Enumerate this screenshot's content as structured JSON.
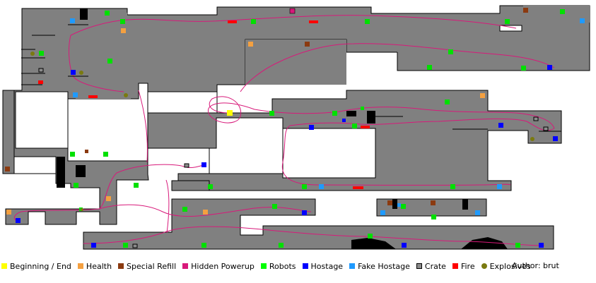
{
  "colors": {
    "floor": "#808080",
    "wall": "#000000",
    "path": "#d8197a",
    "start": "#ffff00",
    "health": "#f4a040",
    "refill": "#8b3a10",
    "powerup": "#d8197a",
    "robot": "#00ff00",
    "hostage": "#0000ff",
    "fake_hostage": "#1f9aff",
    "crate": "#8c8c8c",
    "fire": "#ff0000",
    "explosives": "#7a7a10"
  },
  "legend": [
    {
      "key": "start",
      "label": "Beginning / End",
      "kind": "square"
    },
    {
      "key": "health",
      "label": "Health",
      "kind": "square"
    },
    {
      "key": "refill",
      "label": "Special Refill",
      "kind": "square"
    },
    {
      "key": "powerup",
      "label": "Hidden Powerup",
      "kind": "square"
    },
    {
      "key": "robot",
      "label": "Robots",
      "kind": "square"
    },
    {
      "key": "hostage",
      "label": "Hostage",
      "kind": "square"
    },
    {
      "key": "fake_hostage",
      "label": "Fake Hostage",
      "kind": "square"
    },
    {
      "key": "crate",
      "label": "Crate",
      "kind": "crate"
    },
    {
      "key": "fire",
      "label": "Fire",
      "kind": "square"
    },
    {
      "key": "explosives",
      "label": "Explosives",
      "kind": "dot"
    }
  ],
  "author": "Author: brut"
}
